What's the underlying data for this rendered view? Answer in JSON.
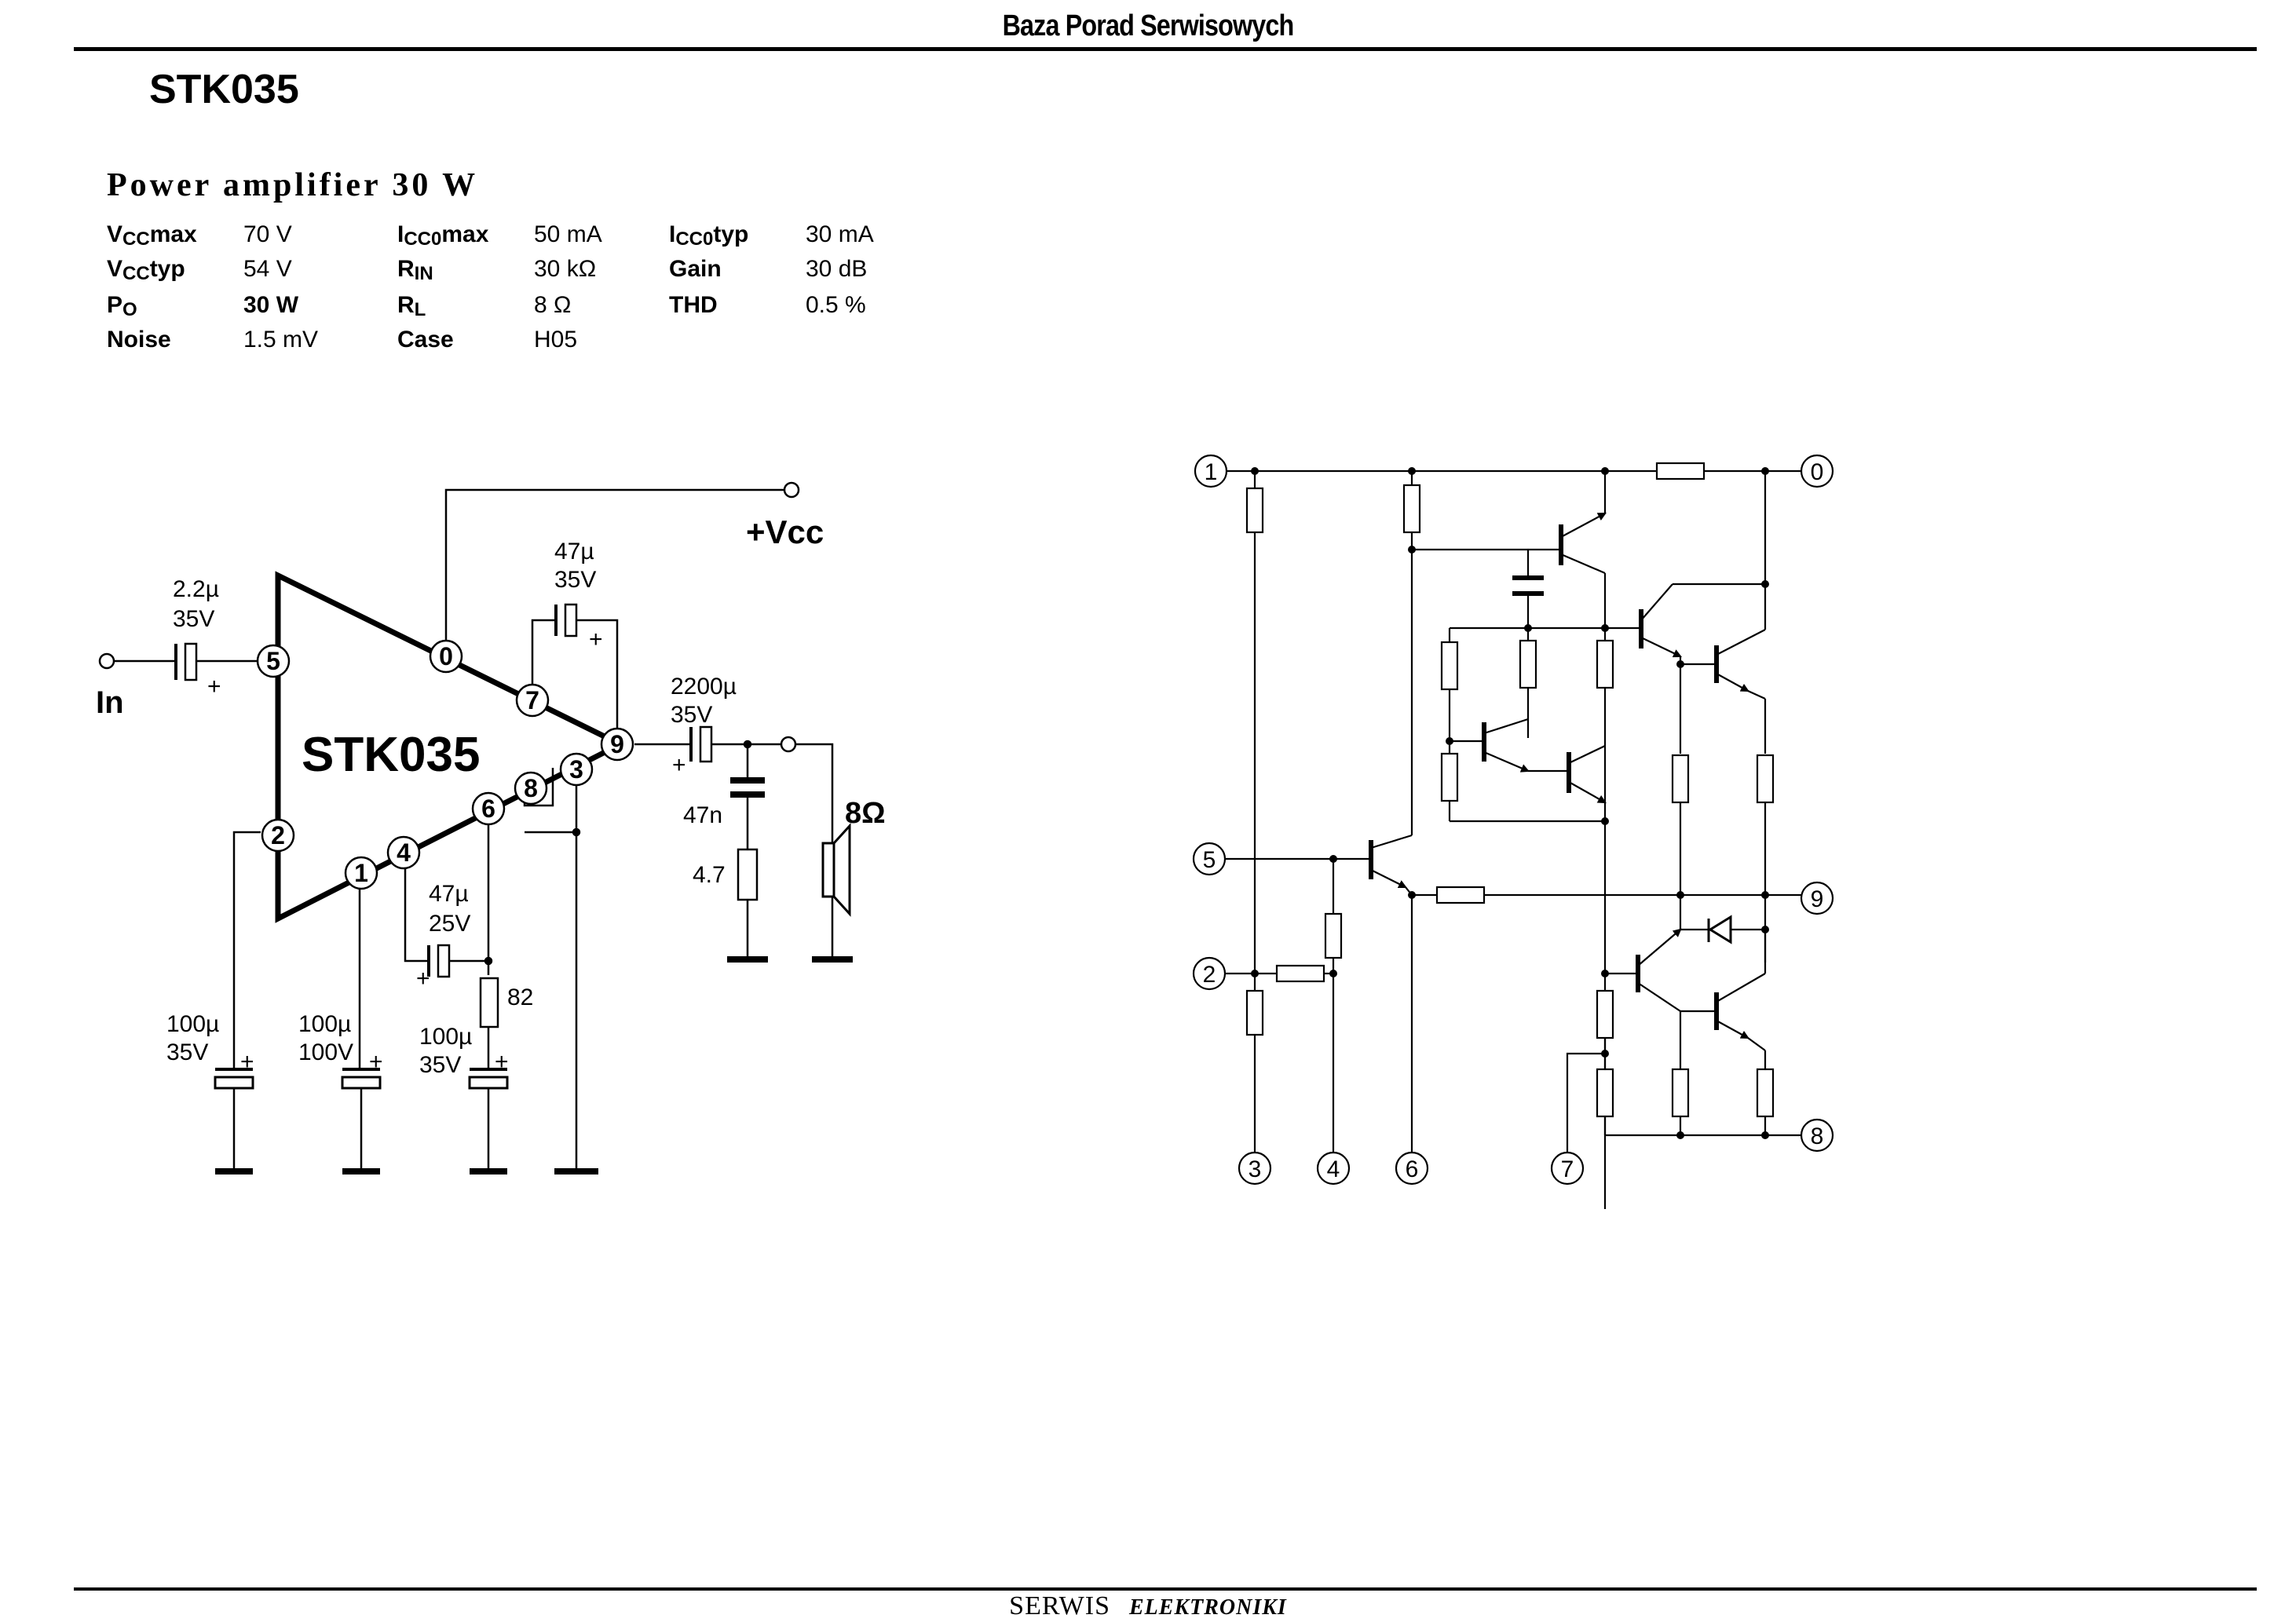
{
  "header": {
    "title": "Baza Porad Serwisowych"
  },
  "chip": {
    "name": "STK035"
  },
  "subtitle": "Power amplifier 30 W",
  "specs": {
    "col1": [
      {
        "label": "V",
        "sub": "CC",
        "suffix": "max",
        "value": "70 V"
      },
      {
        "label": "V",
        "sub": "CC",
        "suffix": "typ",
        "value": "54 V"
      },
      {
        "label": "P",
        "sub": "O",
        "suffix": "",
        "value": "30 W"
      },
      {
        "label": "Noise",
        "sub": "",
        "suffix": "",
        "value": "1.5 mV"
      }
    ],
    "col2": [
      {
        "label": "I",
        "sub": "CC0",
        "suffix": "max",
        "value": "50 mA"
      },
      {
        "label": "R",
        "sub": "IN",
        "suffix": "",
        "value": "30 kΩ"
      },
      {
        "label": "R",
        "sub": "L",
        "suffix": "",
        "value": "8 Ω"
      },
      {
        "label": "Case",
        "sub": "",
        "suffix": "",
        "value": "H05"
      }
    ],
    "col3": [
      {
        "label": "I",
        "sub": "CC0",
        "suffix": "typ",
        "value": "30 mA"
      },
      {
        "label": "Gain",
        "sub": "",
        "suffix": "",
        "value": "30 dB"
      },
      {
        "label": "THD",
        "sub": "",
        "suffix": "",
        "value": "0.5 %"
      }
    ]
  },
  "application": {
    "chip_label": "STK035",
    "vcc_label": "+Vcc",
    "input_label": "In",
    "speaker_label": "8Ω",
    "pins": [
      "5",
      "0",
      "7",
      "9",
      "3",
      "8",
      "6",
      "2",
      "1",
      "4"
    ],
    "components": {
      "c_in": [
        "2.2µ",
        "35V"
      ],
      "c_boot": [
        "47µ",
        "35V"
      ],
      "c_out": [
        "2200µ",
        "35V"
      ],
      "c_zobel": "47n",
      "r_zobel": "4.7",
      "c_fb": [
        "47µ",
        "25V"
      ],
      "r_fb": "82",
      "c_p2": [
        "100µ",
        "35V"
      ],
      "c_p1": [
        "100µ",
        "100V"
      ],
      "c_p6": [
        "100µ",
        "35V"
      ],
      "plus": "+"
    }
  },
  "internal": {
    "pins": [
      "1",
      "0",
      "5",
      "9",
      "2",
      "8",
      "3",
      "4",
      "6",
      "7"
    ]
  },
  "footer": {
    "left": "SERWIS",
    "right": "ELEKTRONIKI"
  }
}
